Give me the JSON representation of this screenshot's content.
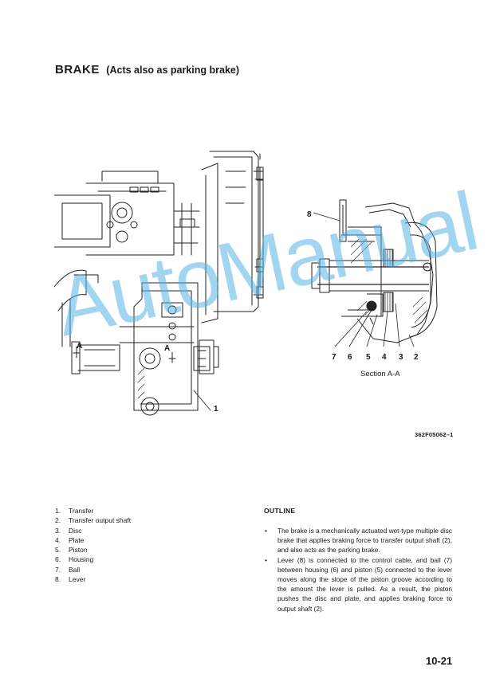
{
  "title": {
    "main": "BRAKE",
    "sub": "(Acts also as parking brake)"
  },
  "figure": {
    "callouts": {
      "transfer": "1",
      "lever": "8",
      "section_marker": "A",
      "section_numbers": [
        "7",
        "6",
        "5",
        "4",
        "3",
        "2"
      ]
    },
    "section_label": "Section A-A",
    "code": "362F05062–1"
  },
  "watermark": "AutoManual",
  "parts_list": [
    {
      "num": "1.",
      "name": "Transfer"
    },
    {
      "num": "2.",
      "name": "Transfer output shaft"
    },
    {
      "num": "3.",
      "name": "Disc"
    },
    {
      "num": "4.",
      "name": "Plate"
    },
    {
      "num": "5.",
      "name": "Piston"
    },
    {
      "num": "6.",
      "name": "Housing"
    },
    {
      "num": "7.",
      "name": "Ball"
    },
    {
      "num": "8.",
      "name": "Lever"
    }
  ],
  "outline": {
    "heading": "OUTLINE",
    "bullet": "•",
    "paragraphs": [
      "The brake is a mechanically actuated wet-type multiple disc brake that applies braking force to transfer output shaft (2), and also acts as the parking brake.",
      "Lever (8) is connected to the control cable, and ball (7) between housing (6) and piston (5) connected to the lever moves along the slope of the piston groove according to the amount the lever is pulled. As a result, the piston pushes the disc and plate, and applies braking force to output shaft (2)."
    ]
  },
  "page_number": "10-21"
}
